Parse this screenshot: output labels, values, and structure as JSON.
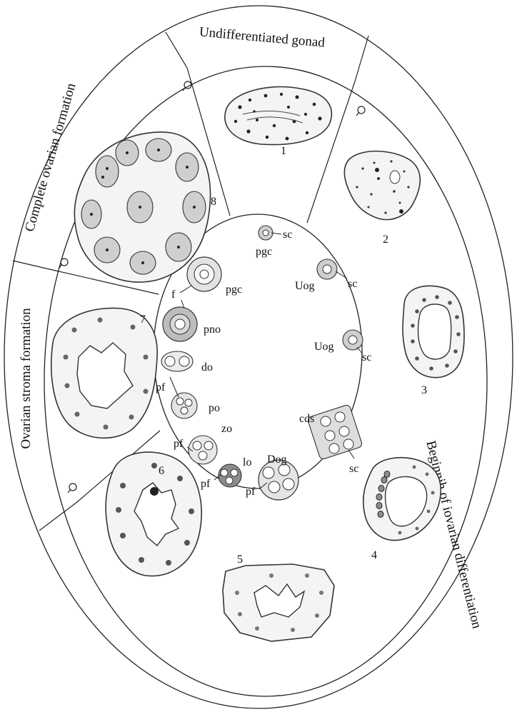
{
  "titles": {
    "top": "Undifferentiated gonad",
    "right": "Beginnih of iovarian differentiation",
    "left_upper": "Complete ovarian formation",
    "left_lower": "Ovarian stroma formation"
  },
  "stage_numbers": [
    "1",
    "2",
    "3",
    "4",
    "5",
    "6",
    "7",
    "8"
  ],
  "cell_labels": {
    "pgc_top": "pgc",
    "sc_top": "sc",
    "uog1": "Uog",
    "sc_uog1": "sc",
    "uog2": "Uog",
    "sc_uog2": "sc",
    "cds": "cds",
    "sc_cds": "sc",
    "dog": "Dog",
    "pf_dog": "pf",
    "lo": "lo",
    "pf_lo": "pf",
    "zo": "zo",
    "pf_zo": "pf",
    "po": "po",
    "pf_po": "pf",
    "do": "do",
    "pno": "pno",
    "f": "f",
    "pgc_left": "pgc"
  },
  "icons": {
    "female_symbol": "female-symbol-icon"
  }
}
